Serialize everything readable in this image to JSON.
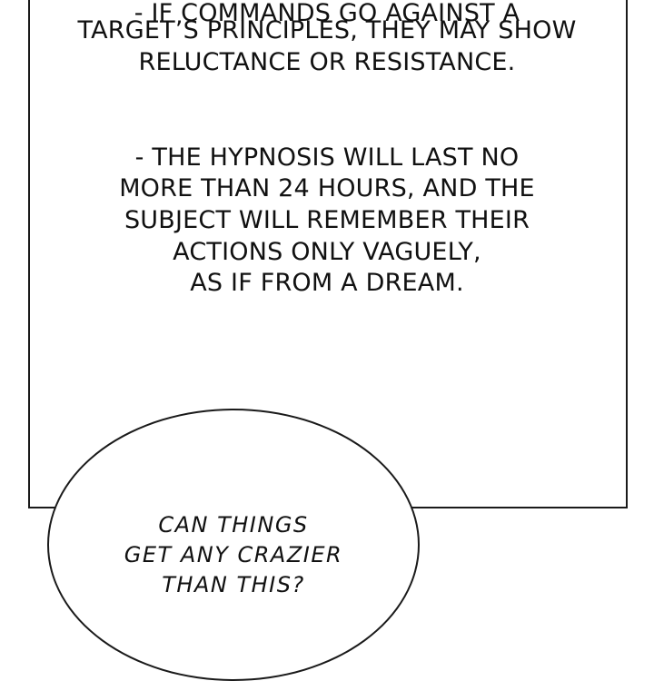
{
  "system_panel": {
    "paragraph_1": [
      "- IF COMMANDS GO AGAINST A",
      "TARGET’S PRINCIPLES, THEY MAY SHOW",
      "RELUCTANCE OR RESISTANCE."
    ],
    "paragraph_2": [
      "- THE HYPNOSIS WILL LAST NO",
      "MORE THAN 24 HOURS, AND THE",
      "SUBJECT WILL REMEMBER THEIR",
      "ACTIONS ONLY VAGUELY,",
      "AS IF FROM A DREAM."
    ]
  },
  "speech_bubble": {
    "lines": [
      "CAN THINGS",
      "GET ANY CRAZIER",
      "THAN THIS?"
    ]
  }
}
